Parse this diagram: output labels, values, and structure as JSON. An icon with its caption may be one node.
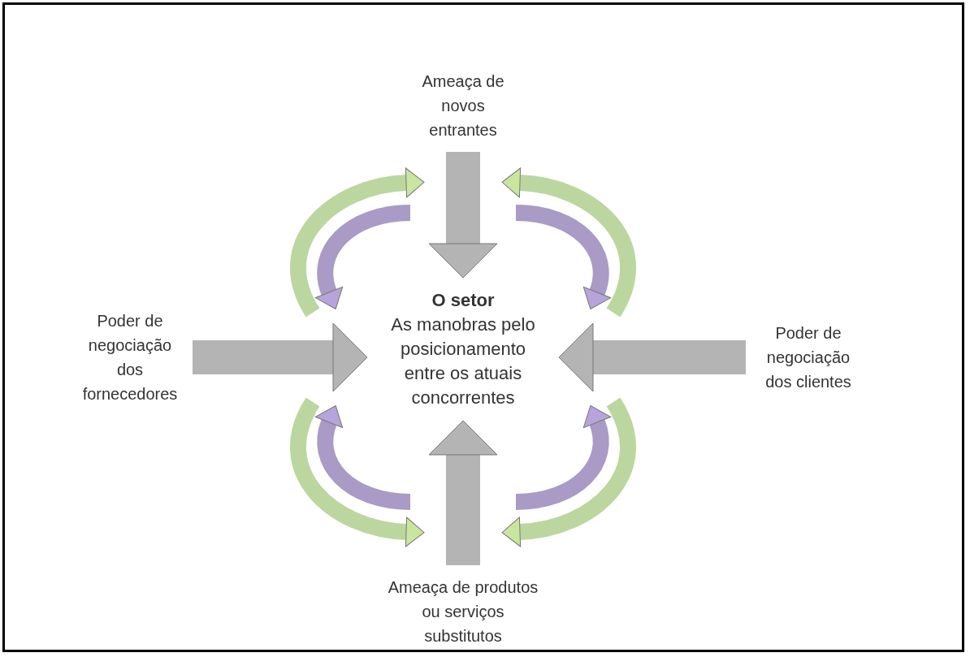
{
  "diagram": {
    "nodes": [
      {
        "text": [
          "Ameaça de novos entrantes"
        ]
      },
      {
        "text": [
          "Poder de negociação dos fornecedores"
        ]
      },
      {
        "text": [
          "O setor",
          "As manobras pelo posicionamento entre os atuais concorrentes"
        ]
      },
      {
        "text": [
          "Poder de negociação dos clientes"
        ]
      },
      {
        "text": [
          "Ameaça de produtos ou serviços substitutos"
        ]
      }
    ],
    "edges": [
      {
        "from": 0,
        "to": 2,
        "arrow": "to"
      },
      {
        "from": 1,
        "to": 2,
        "arrow": "to"
      },
      {
        "from": 3,
        "to": 2,
        "arrow": "to"
      },
      {
        "from": 4,
        "to": 2,
        "arrow": "to"
      }
    ]
  }
}
